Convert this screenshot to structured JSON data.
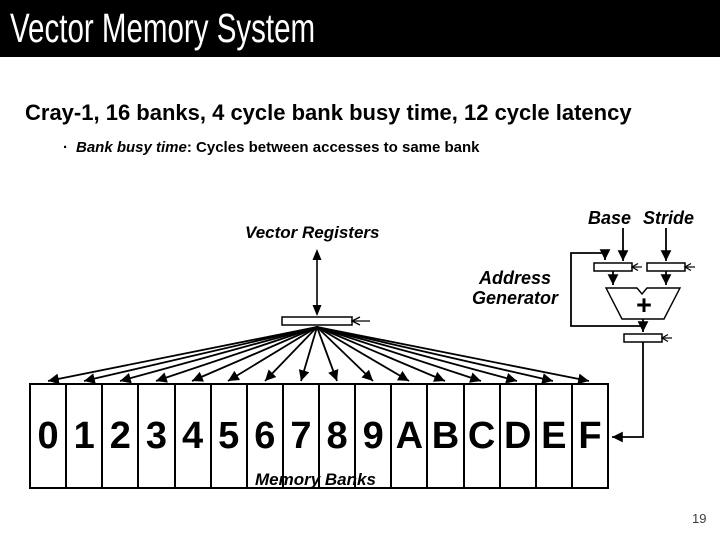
{
  "slide": {
    "title": "Vector Memory System",
    "heading": "Cray-1, 16 banks, 4 cycle bank busy time, 12 cycle latency",
    "bullet": {
      "marker": "·",
      "term": "Bank busy time",
      "rest": ": Cycles between accesses to same bank"
    },
    "page_number": "19"
  },
  "diagram": {
    "vector_registers_label": "Vector Registers",
    "base_label": "Base",
    "stride_label": "Stride",
    "address_generator_label": "Address\nGenerator",
    "memory_banks_label": "Memory Banks",
    "adder_symbol": "+",
    "banks": [
      "0",
      "1",
      "2",
      "3",
      "4",
      "5",
      "6",
      "7",
      "8",
      "9",
      "A",
      "B",
      "C",
      "D",
      "E",
      "F"
    ],
    "icons": {
      "fan_arrows": "arrow-fanout-icon",
      "double_arrow": "double-headed-arrow-icon",
      "adder": "adder-trapezoid-icon",
      "register_notch": "latch-clock-notch-icon"
    }
  },
  "colors": {
    "background": "#ffffff",
    "title_bar_bg": "#000000",
    "title_text": "#ffffff",
    "ink": "#000000",
    "page_number": "#3d3d3d"
  }
}
